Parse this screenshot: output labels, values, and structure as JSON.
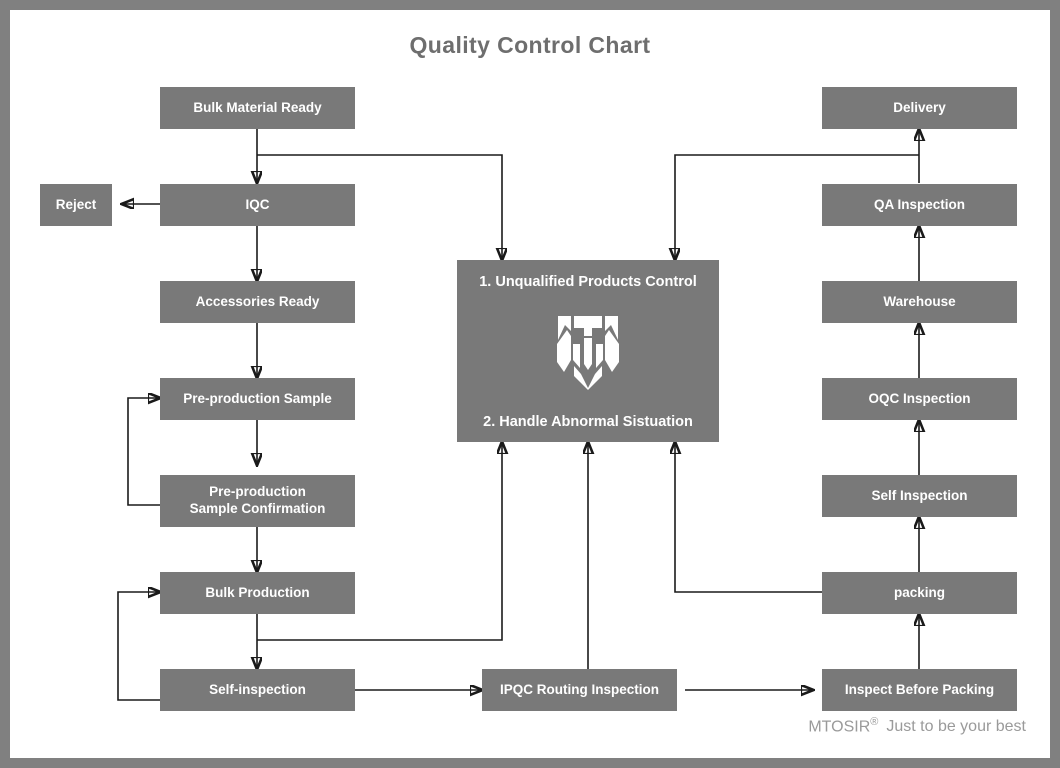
{
  "page": {
    "title": "Quality Control Chart",
    "border_color": "#808080",
    "node_fill": "#797979",
    "node_text_color": "#ffffff",
    "title_color": "#6e6e6e",
    "connector_color": "#1a1a1a"
  },
  "footer": {
    "brand": "MTOSIR",
    "registered_mark": "®",
    "tagline": "Just to be your best"
  },
  "nodes": {
    "bulk_material_ready": "Bulk Material Ready",
    "iqc": "IQC",
    "reject": "Reject",
    "accessories_ready": "Accessories Ready",
    "preproduction_sample": "Pre-production Sample",
    "preproduction_sample_confirmation_l1": "Pre-production",
    "preproduction_sample_confirmation_l2": "Sample Confirmation",
    "bulk_production": "Bulk Production",
    "self_inspection_left": "Self-inspection",
    "ipqc_routing_inspection": "IPQC Routing Inspection",
    "inspect_before_packing": "Inspect Before Packing",
    "packing": "packing",
    "self_inspection_right": "Self Inspection",
    "oqc_inspection": "OQC Inspection",
    "warehouse": "Warehouse",
    "qa_inspection": "QA Inspection",
    "delivery": "Delivery"
  },
  "center_box": {
    "line1": "1. Unqualified Products Control",
    "line2": "2. Handle Abnormal Sistuation",
    "logo_name": "mtosir-logo"
  },
  "chart_data": {
    "type": "diagram",
    "title": "Quality Control Chart",
    "diagram_kind": "flowchart",
    "columns": [
      {
        "name": "incoming-and-production",
        "steps": [
          "Bulk Material Ready",
          "IQC",
          "Accessories Ready",
          "Pre-production Sample",
          "Pre-production Sample Confirmation",
          "Bulk Production",
          "Self-inspection"
        ]
      },
      {
        "name": "exception-handling",
        "steps": [
          "1. Unqualified Products Control",
          "2. Handle Abnormal Sistuation",
          "IPQC Routing Inspection"
        ]
      },
      {
        "name": "outgoing-and-delivery",
        "steps": [
          "Inspect Before Packing",
          "packing",
          "Self Inspection",
          "OQC Inspection",
          "Warehouse",
          "QA Inspection",
          "Delivery"
        ]
      }
    ],
    "side_nodes": [
      "Reject"
    ],
    "edges": [
      {
        "from": "Bulk Material Ready",
        "to": "IQC"
      },
      {
        "from": "IQC",
        "to": "Reject"
      },
      {
        "from": "IQC",
        "to": "Accessories Ready"
      },
      {
        "from": "Bulk Material Ready",
        "to": "1. Unqualified Products Control"
      },
      {
        "from": "Accessories Ready",
        "to": "Pre-production Sample"
      },
      {
        "from": "Pre-production Sample",
        "to": "Pre-production Sample Confirmation"
      },
      {
        "from": "Pre-production Sample Confirmation",
        "to": "Pre-production Sample"
      },
      {
        "from": "Pre-production Sample Confirmation",
        "to": "Bulk Production"
      },
      {
        "from": "Bulk Production",
        "to": "Self-inspection"
      },
      {
        "from": "Self-inspection",
        "to": "Bulk Production"
      },
      {
        "from": "Bulk Production",
        "to": "2. Handle Abnormal Sistuation"
      },
      {
        "from": "Self-inspection",
        "to": "IPQC Routing Inspection"
      },
      {
        "from": "IPQC Routing Inspection",
        "to": "2. Handle Abnormal Sistuation"
      },
      {
        "from": "IPQC Routing Inspection",
        "to": "Inspect Before Packing"
      },
      {
        "from": "Inspect Before Packing",
        "to": "packing"
      },
      {
        "from": "packing",
        "to": "2. Handle Abnormal Sistuation"
      },
      {
        "from": "packing",
        "to": "Self Inspection"
      },
      {
        "from": "Self Inspection",
        "to": "OQC Inspection"
      },
      {
        "from": "OQC Inspection",
        "to": "Warehouse"
      },
      {
        "from": "Warehouse",
        "to": "QA Inspection"
      },
      {
        "from": "QA Inspection",
        "to": "Delivery"
      },
      {
        "from": "QA Inspection",
        "to": "1. Unqualified Products Control"
      }
    ]
  }
}
